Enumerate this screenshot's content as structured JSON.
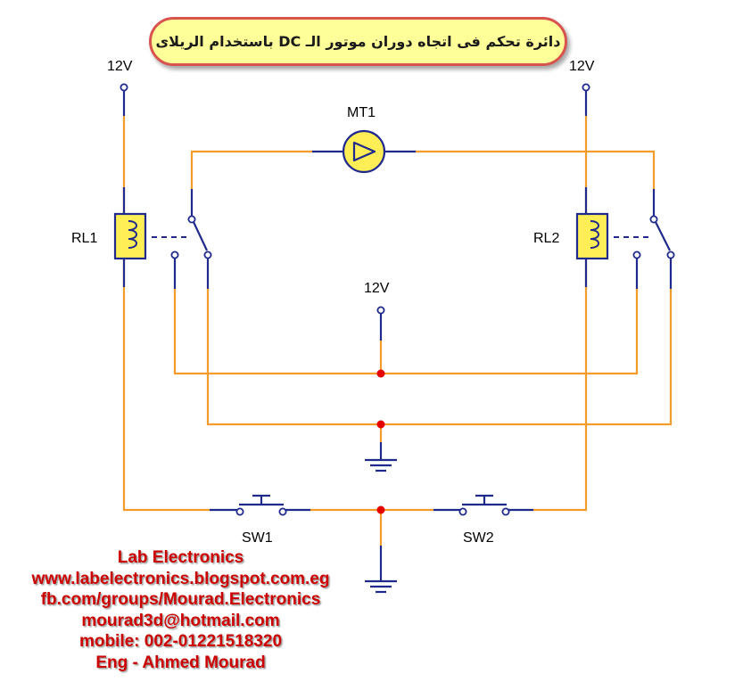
{
  "title": "دائرة تحكم فى اتجاه دوران موتور الـ DC باستخدام الريلاى",
  "labels": {
    "supply_left": "12V",
    "supply_right": "12V",
    "supply_center": "12V",
    "motor": "MT1",
    "relay_left": "RL1",
    "relay_right": "RL2",
    "switch_left": "SW1",
    "switch_right": "SW2"
  },
  "credits": {
    "name": "Lab Electronics",
    "website": "www.labelectronics.blogspot.com.eg",
    "facebook": "fb.com/groups/Mourad.Electronics",
    "email": "mourad3d@hotmail.com",
    "mobile": "mobile: 002-01221518320",
    "author": "Eng - Ahmed Mourad"
  },
  "colors": {
    "wire": "#f39c2c",
    "lead": "#1f2a8c",
    "component_fill": "#ffee55",
    "junction": "#e60000",
    "banner_fill": "#ffff99",
    "banner_border": "#d9534f",
    "credits_text": "#cc0000"
  }
}
